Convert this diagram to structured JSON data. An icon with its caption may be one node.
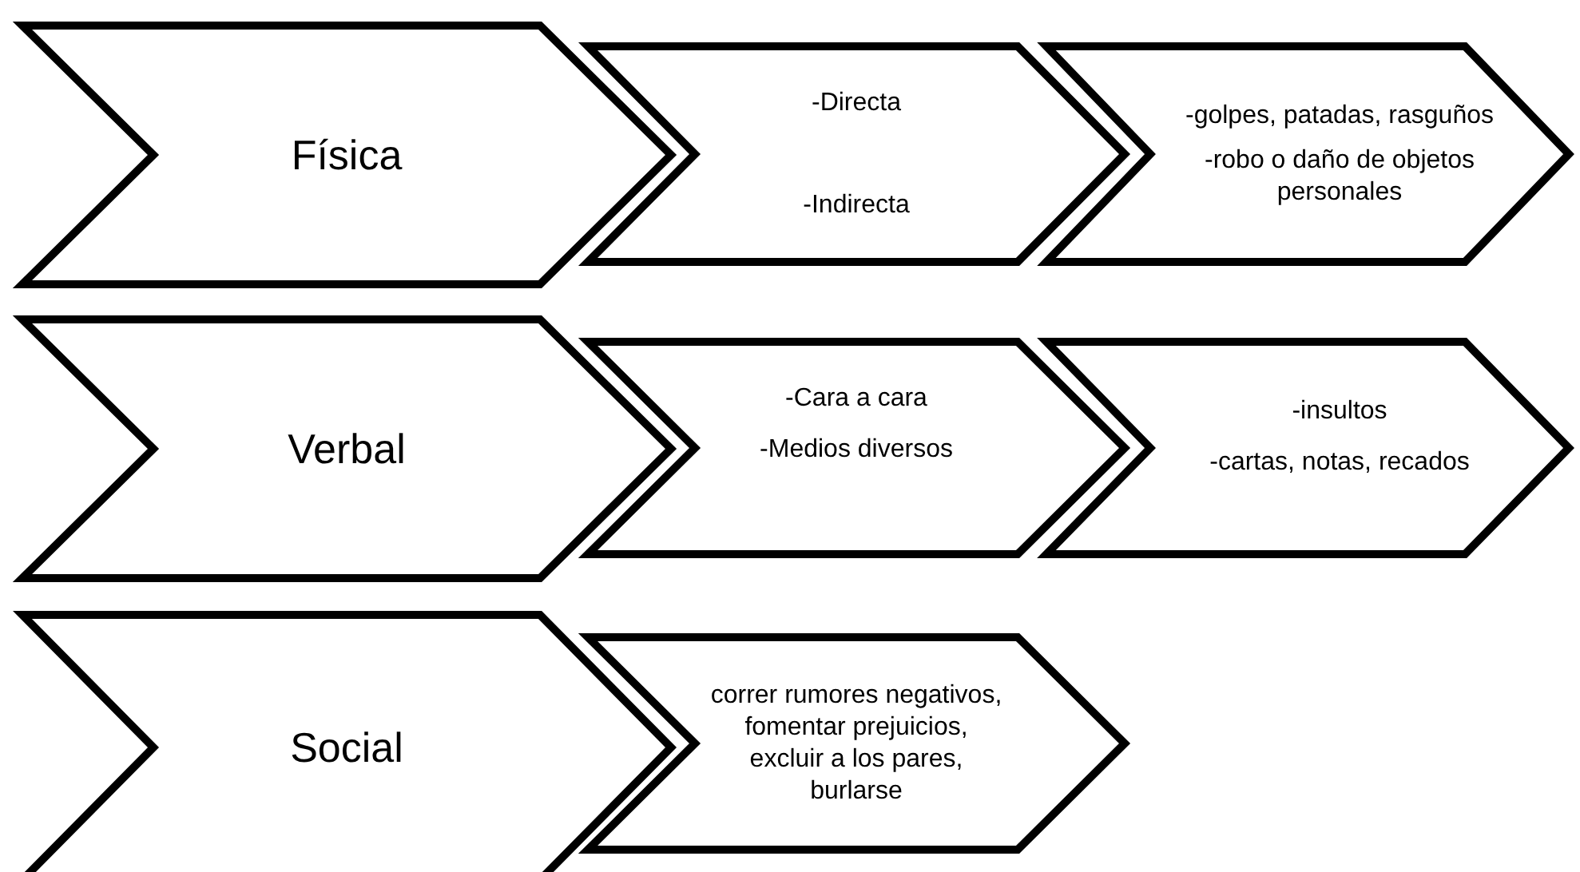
{
  "diagram": {
    "nodes": [
      {
        "text": [
          "Física"
        ]
      },
      {
        "text": [
          "-Directa",
          "-Indirecta"
        ]
      },
      {
        "text": [
          "-golpes, patadas, rasguños",
          "-robo o daño de objetos personales"
        ]
      },
      {
        "text": [
          "Verbal"
        ]
      },
      {
        "text": [
          "-Cara a cara",
          "-Medios diversos"
        ]
      },
      {
        "text": [
          "-insultos",
          "-cartas, notas, recados"
        ]
      },
      {
        "text": [
          "Social"
        ]
      },
      {
        "text": [
          "correr rumores negativos, fomentar prejuicios, excluir a los pares, burlarse"
        ]
      }
    ]
  }
}
